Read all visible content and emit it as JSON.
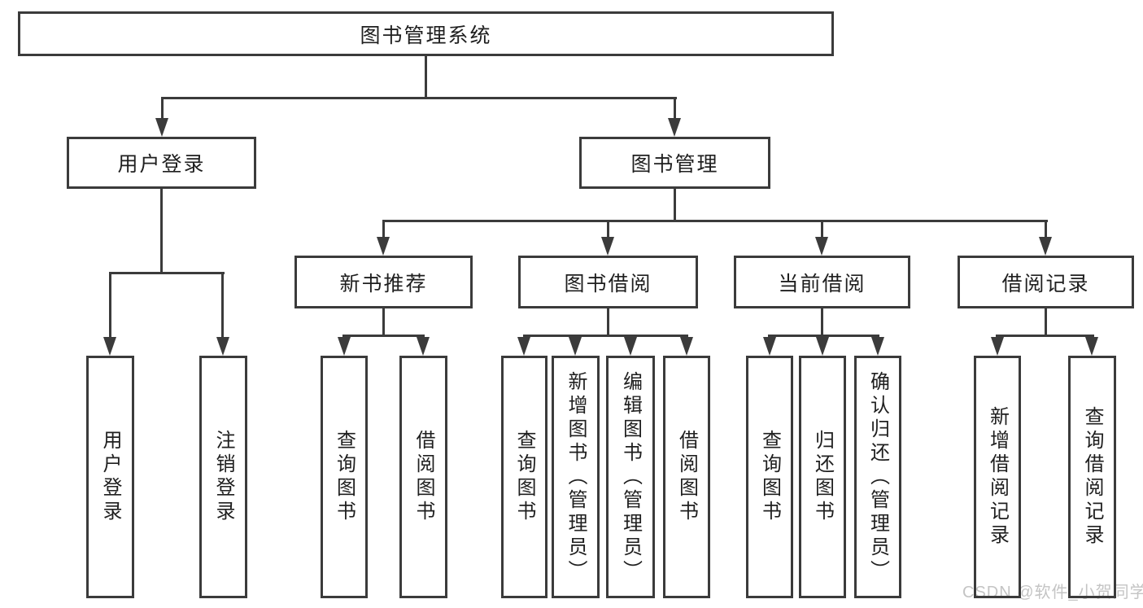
{
  "diagram_type": "function-structure-tree",
  "tree": {
    "label": "图书管理系统",
    "children": [
      {
        "label": "用户登录",
        "children": [
          {
            "label": "用户登录"
          },
          {
            "label": "注销登录"
          }
        ]
      },
      {
        "label": "图书管理",
        "children": [
          {
            "label": "新书推荐",
            "children": [
              {
                "label": "查询图书"
              },
              {
                "label": "借阅图书"
              }
            ]
          },
          {
            "label": "图书借阅",
            "children": [
              {
                "label": "查询图书"
              },
              {
                "label": "新增图书（管理员）"
              },
              {
                "label": "编辑图书（管理员）"
              },
              {
                "label": "借阅图书"
              }
            ]
          },
          {
            "label": "当前借阅",
            "children": [
              {
                "label": "查询图书"
              },
              {
                "label": "归还图书"
              },
              {
                "label": "确认归还（管理员）"
              }
            ]
          },
          {
            "label": "借阅记录",
            "children": [
              {
                "label": "新增借阅记录"
              },
              {
                "label": "查询借阅记录"
              }
            ]
          }
        ]
      }
    ]
  },
  "watermark": {
    "text": "CSDN @软件_小贺同学"
  },
  "colors": {
    "line": "#3b3b3b",
    "text": "#1f1f1f",
    "watermark": "#c4c4c4",
    "background": "#ffffff"
  }
}
